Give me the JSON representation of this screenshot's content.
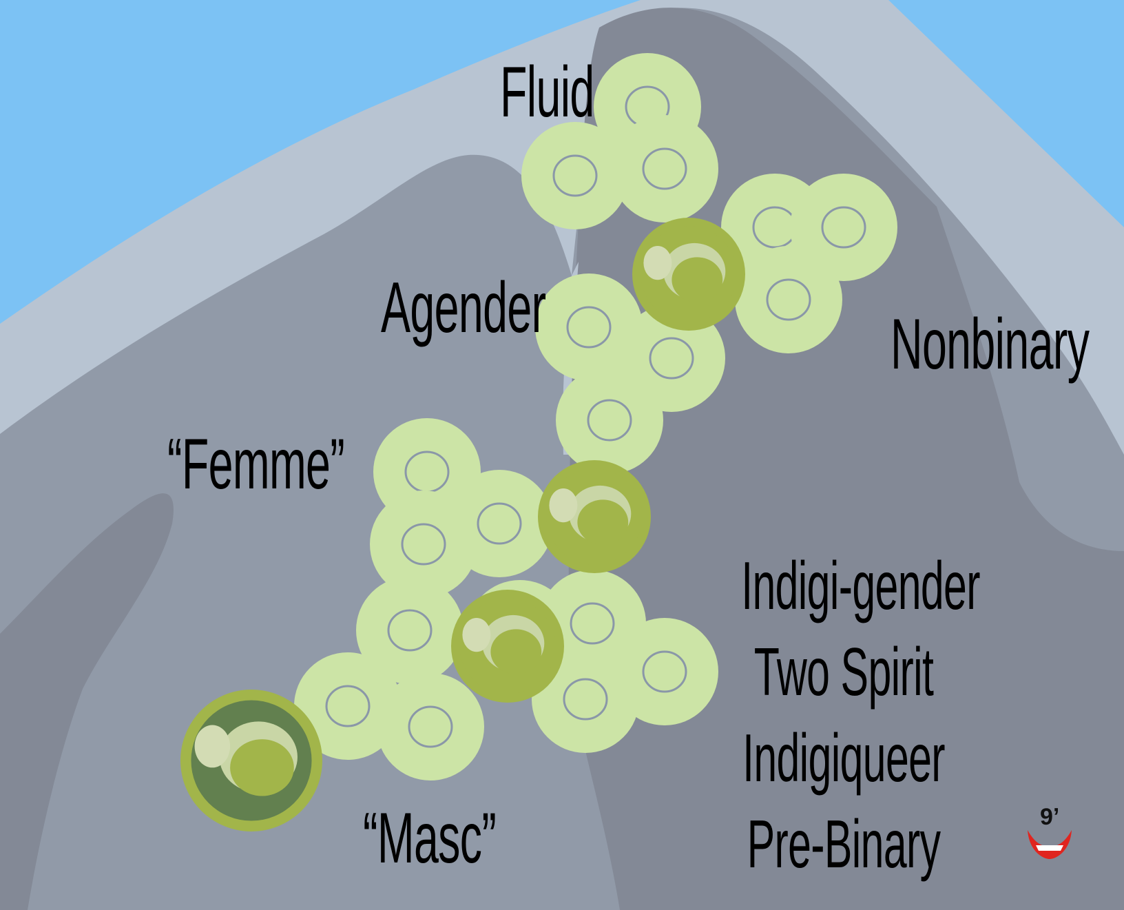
{
  "labels": {
    "fluid": "Fluid",
    "agender": "Agender",
    "nonbinary": "Nonbinary",
    "femme": "“Femme”",
    "masc": "“Masc”",
    "indigenous_identities": [
      "Indigi-gender",
      "Two Spirit",
      "Indigiqueer",
      "Pre-Binary"
    ]
  },
  "logo": {
    "mark": "9ʼ"
  },
  "colors": {
    "sky": "#7cc2f4",
    "mountain_light": "#b8c4d2",
    "mountain_mid": "#919aa8",
    "mountain_dark": "#838996",
    "cell_light": "#cce4a6",
    "cell_outline": "#8a97a8",
    "cell_dark": "#a2b54a",
    "cell_darker": "#62804f",
    "logo_red": "#e0251f"
  },
  "icons": [
    "lichen-cell-icon",
    "spore-icon",
    "artist-logo-icon"
  ]
}
